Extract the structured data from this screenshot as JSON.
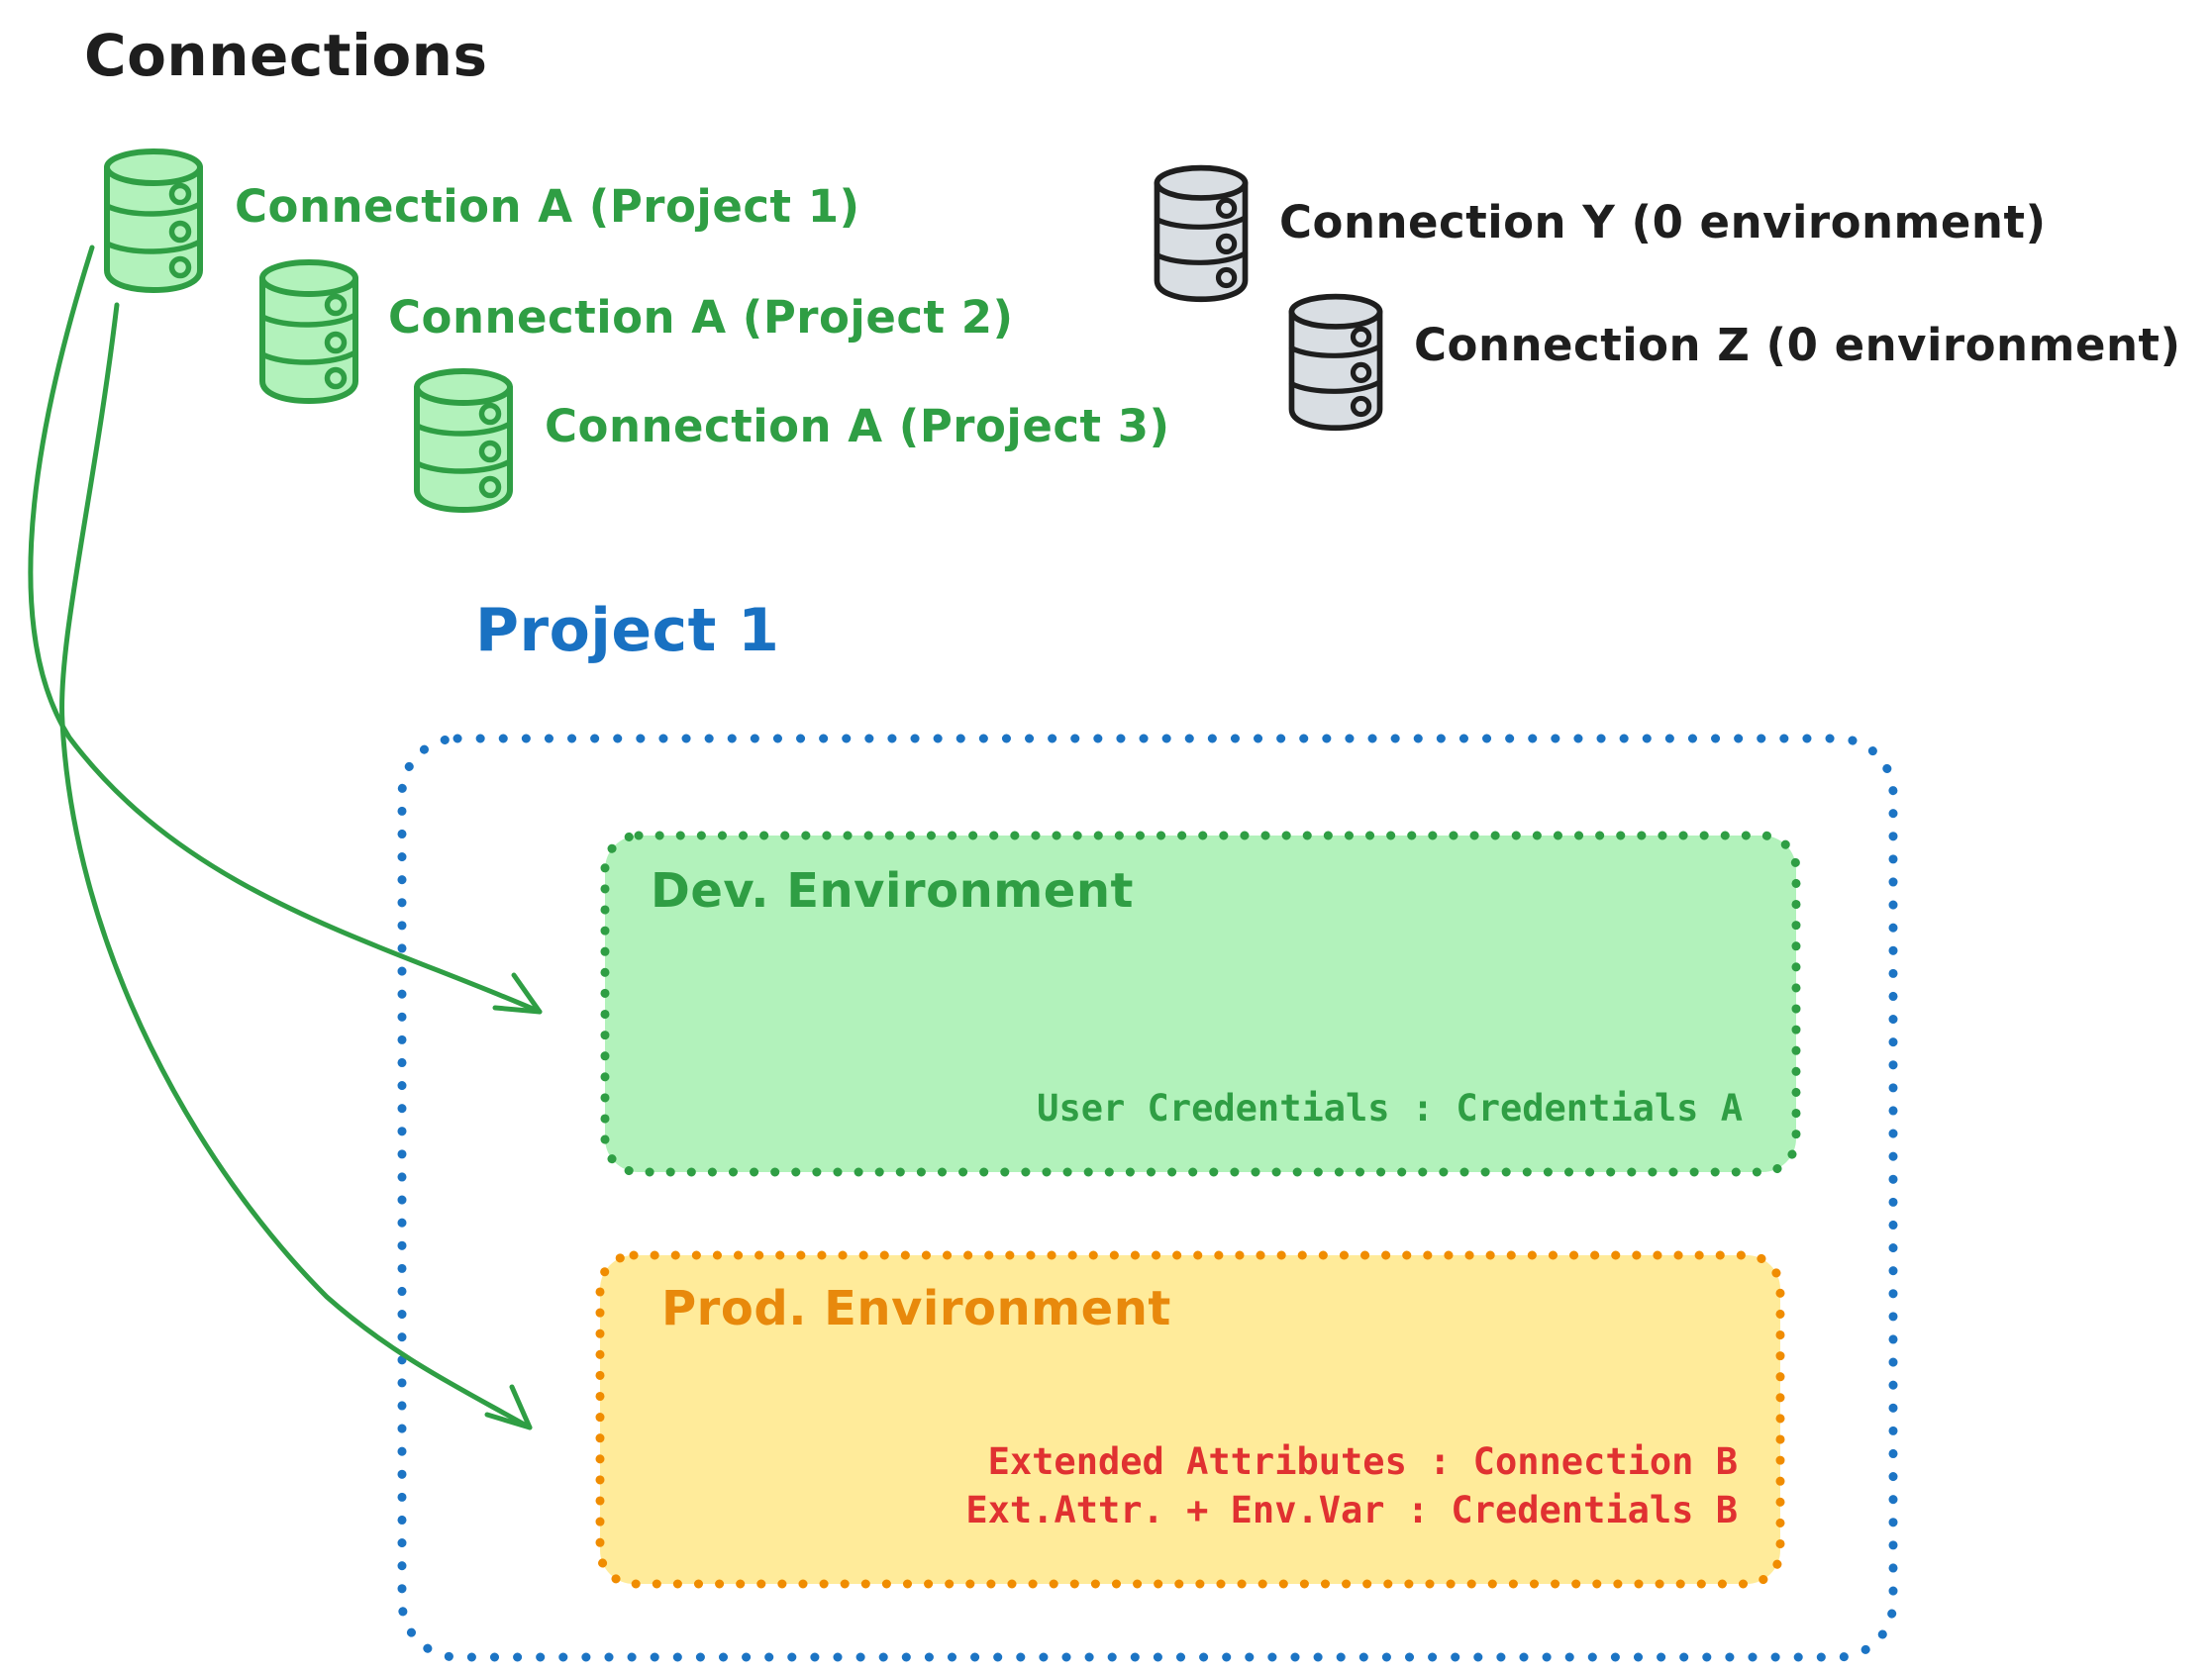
{
  "title": "Connections",
  "project_title": "Project 1",
  "green_connections": [
    {
      "label": "Connection A (Project 1)"
    },
    {
      "label": "Connection A (Project 2)"
    },
    {
      "label": "Connection A (Project 3)"
    }
  ],
  "gray_connections": [
    {
      "label": "Connection Y (0 environment)"
    },
    {
      "label": "Connection Z (0 environment)"
    }
  ],
  "environments": {
    "dev": {
      "title": "Dev. Environment",
      "mapping": "User Credentials : Credentials A"
    },
    "prod": {
      "title": "Prod. Environment",
      "mappings": [
        "Extended Attributes : Connection B",
        "Ext.Attr. + Env.Var : Credentials B"
      ]
    }
  },
  "colors": {
    "green_stroke": "#2f9e44",
    "green_fill": "#b2f2bb",
    "blue_border": "#1c74c4",
    "blue_text": "#1971c2",
    "orange_border": "#f08c00",
    "orange_text": "#e8890c",
    "yellow_fill": "#ffeb9a",
    "red_text": "#e03131",
    "gray_fill": "#d9dee3",
    "ink": "#1e1e1e"
  }
}
